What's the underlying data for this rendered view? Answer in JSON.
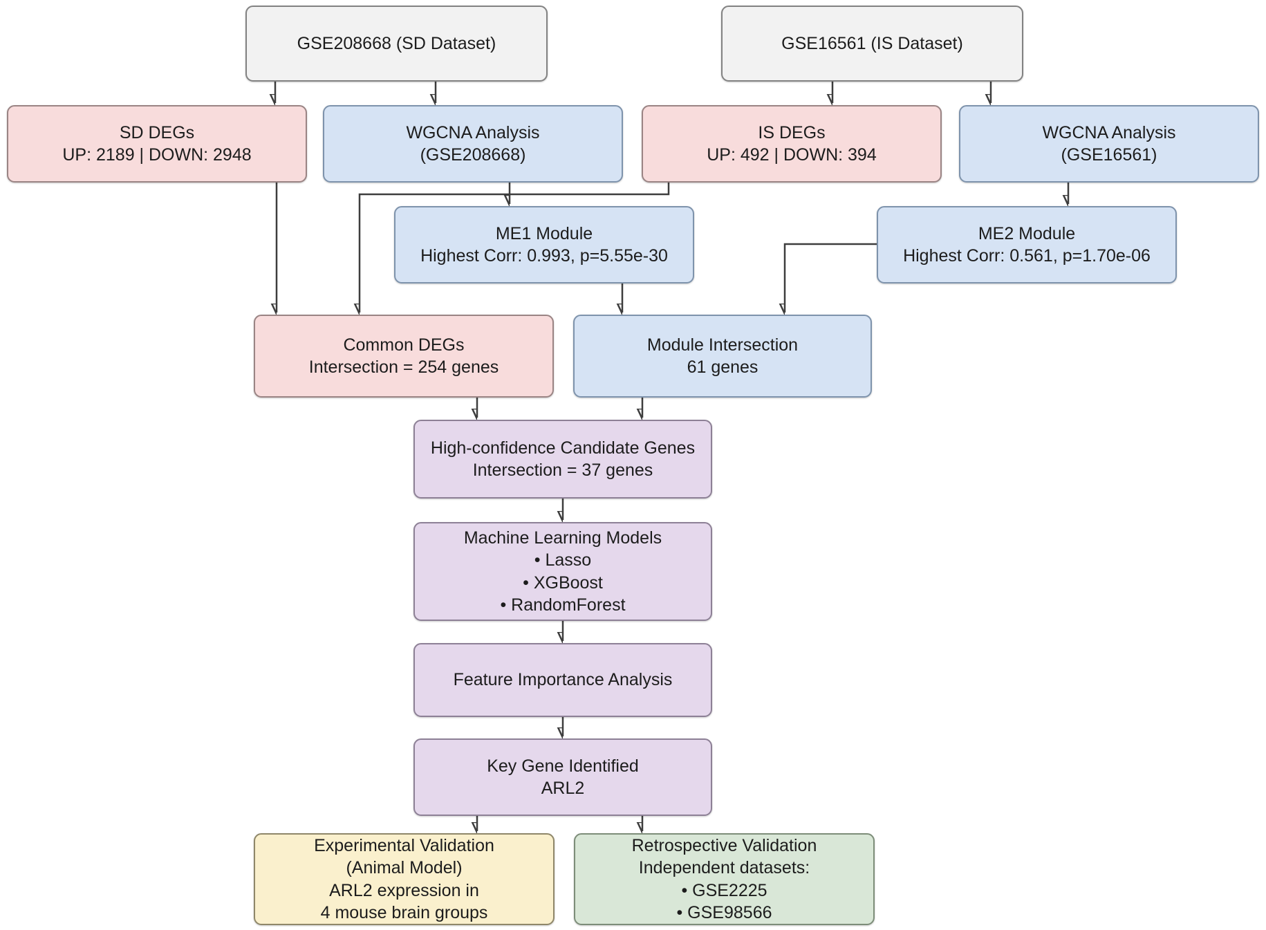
{
  "palette": {
    "background": "#ffffff",
    "dataset_fill": "#f2f2f2",
    "dataset_border": "#828282",
    "deg_fill": "#f8dcdc",
    "deg_border": "#9a8484",
    "wgcna_fill": "#d6e3f4",
    "wgcna_border": "#7e93ac",
    "candidate_fill": "#e5d8ec",
    "candidate_border": "#8d8096",
    "experimental_fill": "#faf0cd",
    "experimental_border": "#8f8769",
    "retrospective_fill": "#d9e7d7",
    "retrospective_border": "#7d8d79",
    "connector": "#3d3d3d",
    "text": "#1c1c1c"
  },
  "nodes": {
    "gse_sd": {
      "lines": [
        "GSE208668 (SD Dataset)"
      ]
    },
    "gse_is": {
      "lines": [
        "GSE16561 (IS Dataset)"
      ]
    },
    "sd_degs": {
      "lines": [
        "SD DEGs",
        "UP: 2189 | DOWN: 2948"
      ]
    },
    "wgcna_sd": {
      "lines": [
        "WGCNA Analysis",
        "(GSE208668)"
      ]
    },
    "is_degs": {
      "lines": [
        "IS DEGs",
        "UP: 492 | DOWN: 394"
      ]
    },
    "wgcna_is": {
      "lines": [
        "WGCNA Analysis",
        "(GSE16561)"
      ]
    },
    "me1": {
      "lines": [
        "ME1 Module",
        "Highest Corr: 0.993, p=5.55e-30"
      ]
    },
    "me2": {
      "lines": [
        "ME2 Module",
        "Highest Corr: 0.561, p=1.70e-06"
      ]
    },
    "common_degs": {
      "lines": [
        "Common DEGs",
        "Intersection = 254 genes"
      ]
    },
    "module_intersection": {
      "lines": [
        "Module Intersection",
        "61 genes"
      ]
    },
    "high_confidence": {
      "lines": [
        "High-confidence Candidate Genes",
        "Intersection = 37 genes"
      ]
    },
    "ml_models": {
      "lines": [
        "Machine Learning Models",
        "• Lasso",
        "• XGBoost",
        "• RandomForest"
      ]
    },
    "feature_importance": {
      "lines": [
        "Feature Importance Analysis"
      ]
    },
    "key_gene": {
      "lines": [
        "Key Gene Identified",
        "ARL2"
      ]
    },
    "experimental_validation": {
      "lines": [
        "Experimental Validation",
        "(Animal Model)",
        "ARL2 expression in",
        "4 mouse brain groups"
      ]
    },
    "retrospective_validation": {
      "lines": [
        "Retrospective Validation",
        "Independent datasets:",
        "• GSE2225",
        "• GSE98566"
      ]
    }
  },
  "edges": [
    {
      "from": "gse_sd",
      "to": "sd_degs"
    },
    {
      "from": "gse_sd",
      "to": "wgcna_sd"
    },
    {
      "from": "gse_is",
      "to": "is_degs"
    },
    {
      "from": "gse_is",
      "to": "wgcna_is"
    },
    {
      "from": "wgcna_sd",
      "to": "me1"
    },
    {
      "from": "wgcna_is",
      "to": "me2"
    },
    {
      "from": "sd_degs",
      "to": "common_degs"
    },
    {
      "from": "is_degs",
      "to": "common_degs"
    },
    {
      "from": "me1",
      "to": "module_intersection"
    },
    {
      "from": "me2",
      "to": "module_intersection"
    },
    {
      "from": "common_degs",
      "to": "high_confidence"
    },
    {
      "from": "module_intersection",
      "to": "high_confidence"
    },
    {
      "from": "high_confidence",
      "to": "ml_models"
    },
    {
      "from": "ml_models",
      "to": "feature_importance"
    },
    {
      "from": "feature_importance",
      "to": "key_gene"
    },
    {
      "from": "key_gene",
      "to": "experimental_validation"
    },
    {
      "from": "key_gene",
      "to": "retrospective_validation"
    }
  ]
}
